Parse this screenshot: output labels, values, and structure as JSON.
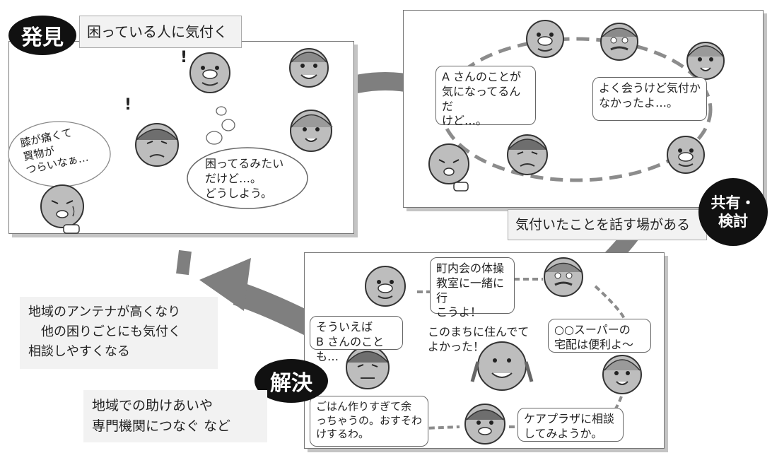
{
  "discovery": {
    "badge": "発見",
    "label": "困っている人に気付く",
    "exclaim1": "!",
    "exclaim2": "!",
    "pain_text": "膝が痛くて\n買物が\nつらいなぁ…",
    "thought_text": "困ってるみたい\nだけど…。\nどうしよう。"
  },
  "sharing": {
    "badge": "共有・\n検討",
    "label": "気付いたことを話す場がある",
    "bubble_a": "A さんのことが\n気になってるんだ\nけど…。",
    "bubble_b": "よく会うけど気付か\nなかったよ…。"
  },
  "solution": {
    "badge": "解決",
    "bubble_exercise": "町内会の体操\n教室に一緒に行\nこうよ！",
    "bubble_b_san": "そういえば\nB さんのことも…",
    "text_town": "このまちに住んでて\nよかった！",
    "bubble_delivery": "○○スーパーの\n宅配は便利よ～",
    "bubble_cooking": "ごはん作りすぎて余\nっちゃうの。おすそわ\nけするわ。",
    "bubble_careplaza": "ケアプラザに相談\nしてみようか。"
  },
  "notes": {
    "antenna": "地域のアンテナが高くなり\n　他の困りごとにも気付く\n相談しやすくなる",
    "support": "地域での助けあいや\n専門機関につなぐ など"
  },
  "colors": {
    "arrow": "#7f7f7f",
    "face": "#bdbdbd",
    "ring": "#8c8c8c",
    "badge": "#111111"
  }
}
